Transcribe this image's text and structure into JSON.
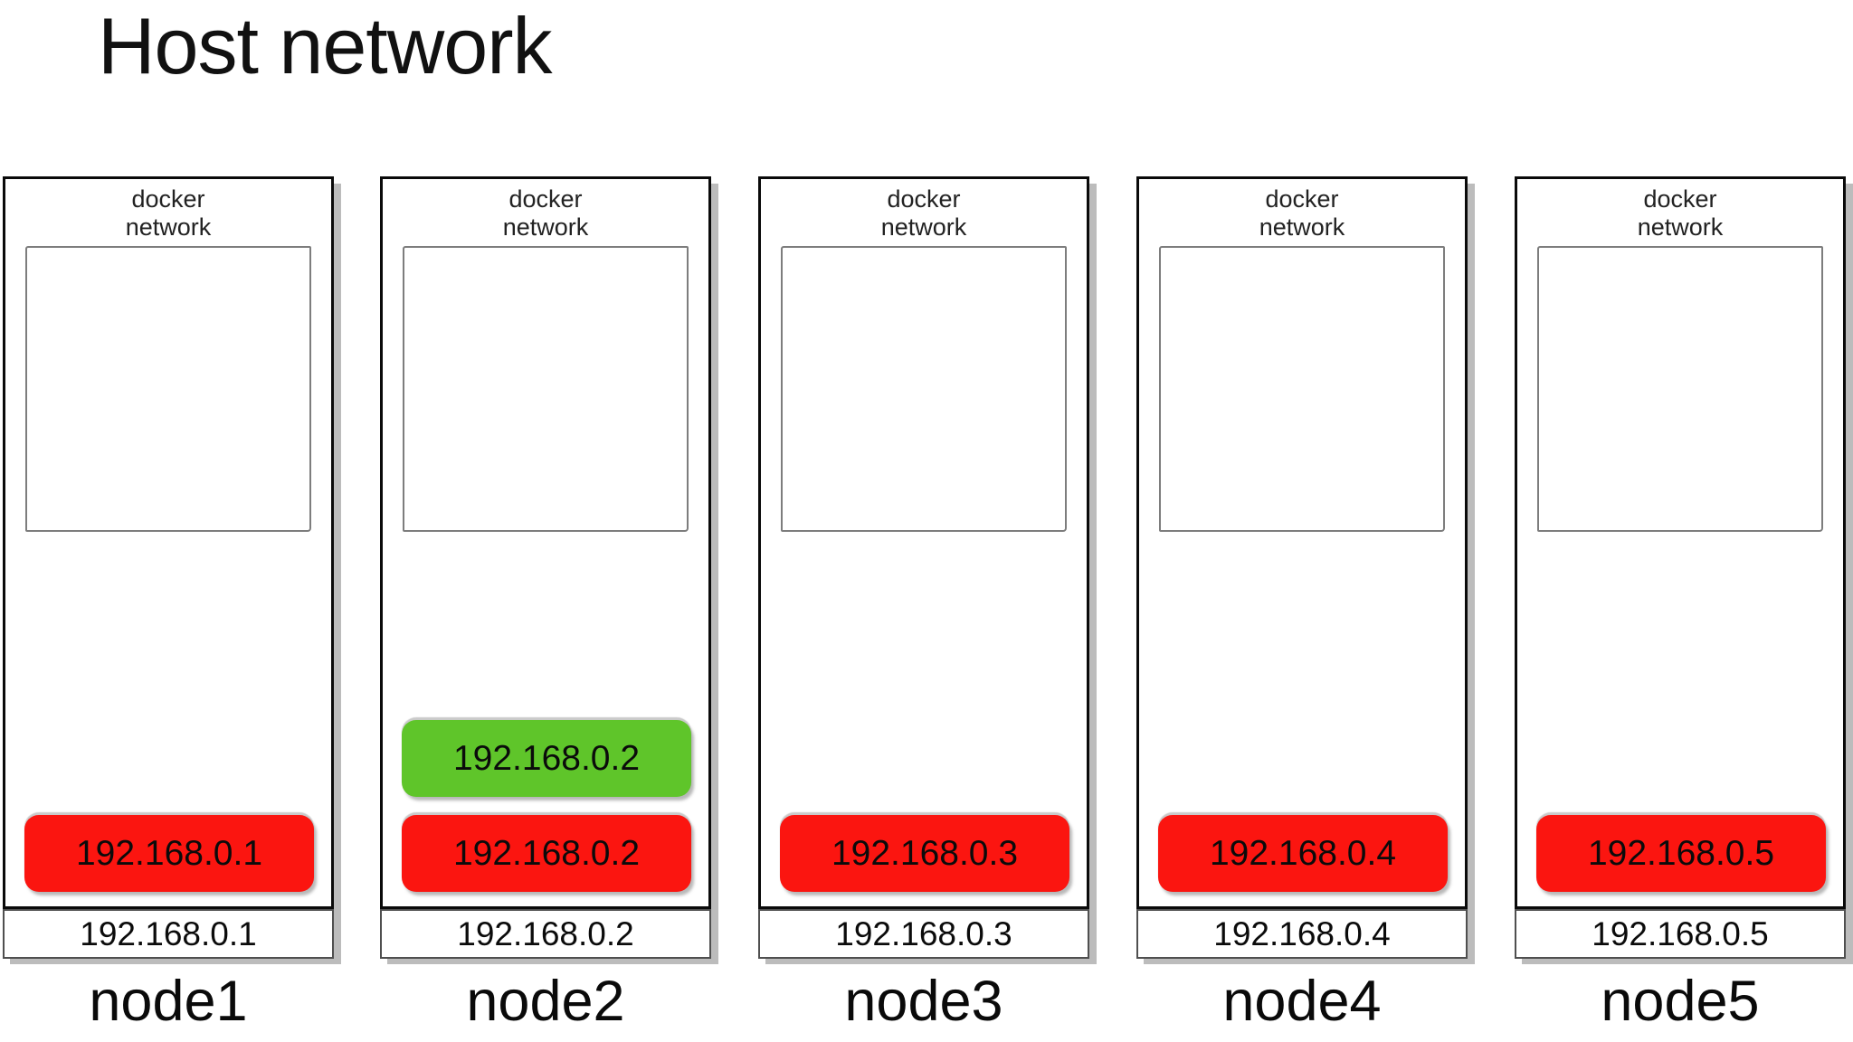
{
  "title": "Host network",
  "colors": {
    "container_red": "#fb1510",
    "container_green": "#5fc52a",
    "drop_shadow": "#bcbcbc"
  },
  "nodes": [
    {
      "name": "node1",
      "docker_network_label": "docker\nnetwork",
      "host_ip": "192.168.0.1",
      "containers": [
        {
          "ip": "192.168.0.1",
          "color": "red"
        }
      ]
    },
    {
      "name": "node2",
      "docker_network_label": "docker\nnetwork",
      "host_ip": "192.168.0.2",
      "containers": [
        {
          "ip": "192.168.0.2",
          "color": "green"
        },
        {
          "ip": "192.168.0.2",
          "color": "red"
        }
      ]
    },
    {
      "name": "node3",
      "docker_network_label": "docker\nnetwork",
      "host_ip": "192.168.0.3",
      "containers": [
        {
          "ip": "192.168.0.3",
          "color": "red"
        }
      ]
    },
    {
      "name": "node4",
      "docker_network_label": "docker\nnetwork",
      "host_ip": "192.168.0.4",
      "containers": [
        {
          "ip": "192.168.0.4",
          "color": "red"
        }
      ]
    },
    {
      "name": "node5",
      "docker_network_label": "docker\nnetwork",
      "host_ip": "192.168.0.5",
      "containers": [
        {
          "ip": "192.168.0.5",
          "color": "red"
        }
      ]
    }
  ]
}
